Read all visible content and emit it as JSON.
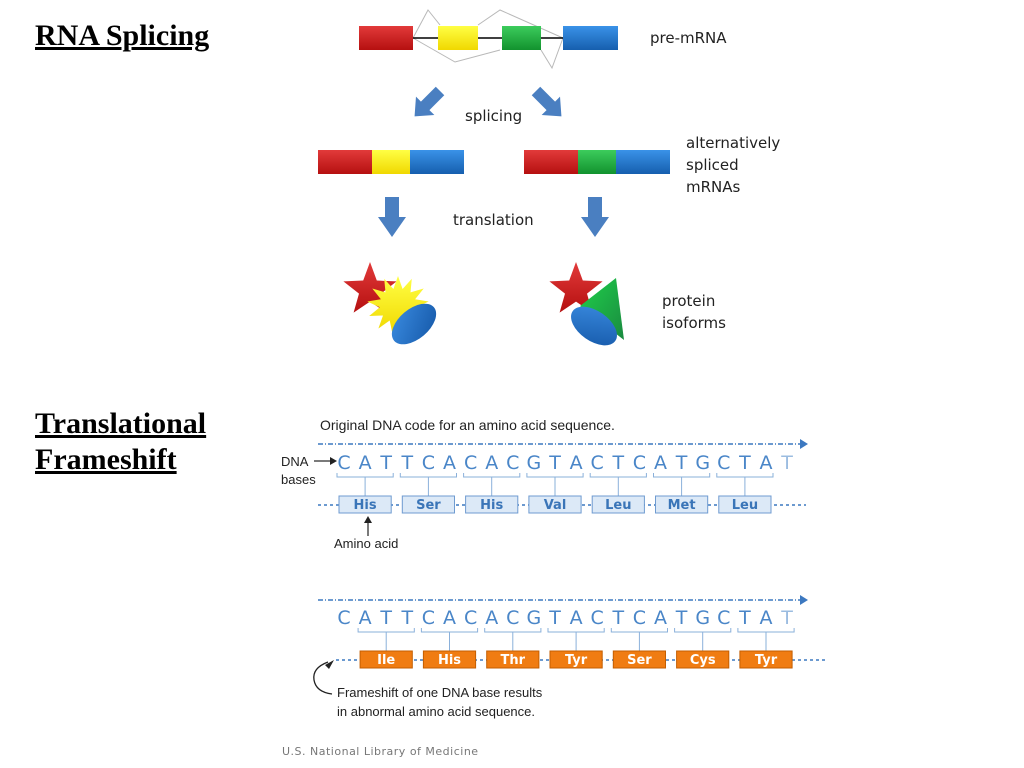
{
  "headings": {
    "rna_splicing": "RNA Splicing",
    "translational_frameshift_line1": "Translational",
    "translational_frameshift_line2": "Frameshift"
  },
  "splicing_diagram": {
    "pre_mrna_label": "pre-mRNA",
    "splicing_label": "splicing",
    "alt_spliced_line1": "alternatively",
    "alt_spliced_line2": "spliced",
    "alt_spliced_line3": "mRNAs",
    "translation_label": "translation",
    "protein_line1": "protein",
    "protein_line2": "isoforms",
    "colors": {
      "exon_red": "#cc1f1f",
      "exon_yellow": "#ffee00",
      "exon_green": "#1eae3c",
      "exon_blue": "#1f77d0",
      "arrow_blue": "#4a7fc1"
    }
  },
  "frameshift_diagram": {
    "title": "Original DNA code for an amino acid sequence.",
    "dna_label_line1": "DNA",
    "dna_label_line2": "bases",
    "amino_acid_label": "Amino acid",
    "bases": [
      "C",
      "A",
      "T",
      "T",
      "C",
      "A",
      "C",
      "A",
      "C",
      "G",
      "T",
      "A",
      "C",
      "T",
      "C",
      "A",
      "T",
      "G",
      "C",
      "T",
      "A",
      "T"
    ],
    "original_aminos": [
      "His",
      "Ser",
      "His",
      "Val",
      "Leu",
      "Met",
      "Leu"
    ],
    "shifted_aminos": [
      "Ile",
      "His",
      "Thr",
      "Tyr",
      "Ser",
      "Cys",
      "Tyr"
    ],
    "frameshift_note_line1": "Frameshift of one DNA base results",
    "frameshift_note_line2": "in abnormal amino acid sequence.",
    "colors": {
      "line_blue": "#3c78c0",
      "base_blue": "#4a86c8",
      "amino_box_fill": "#dce9f7",
      "amino_text_blue": "#3a75b8",
      "orange": "#f07c12"
    }
  },
  "credit": "U.S. National Library of Medicine"
}
